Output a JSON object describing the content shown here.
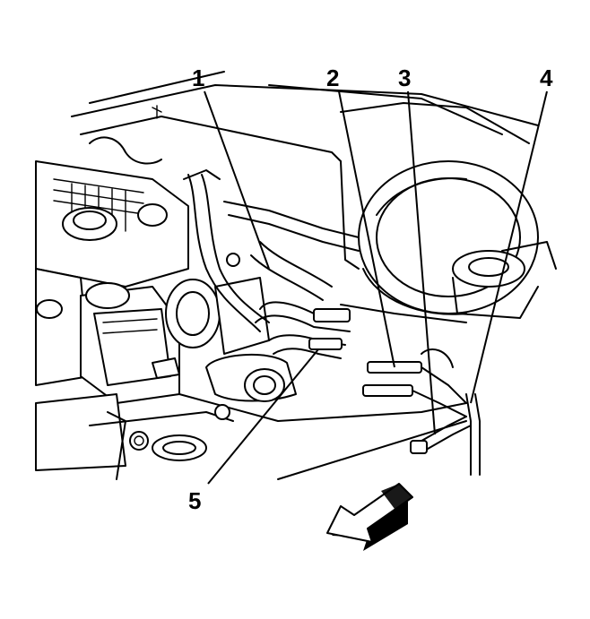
{
  "callouts": [
    {
      "label": "1"
    },
    {
      "label": "2"
    },
    {
      "label": "3"
    },
    {
      "label": "4"
    },
    {
      "label": "5"
    }
  ],
  "colors": {
    "ink": "#000000",
    "paper": "#ffffff"
  }
}
